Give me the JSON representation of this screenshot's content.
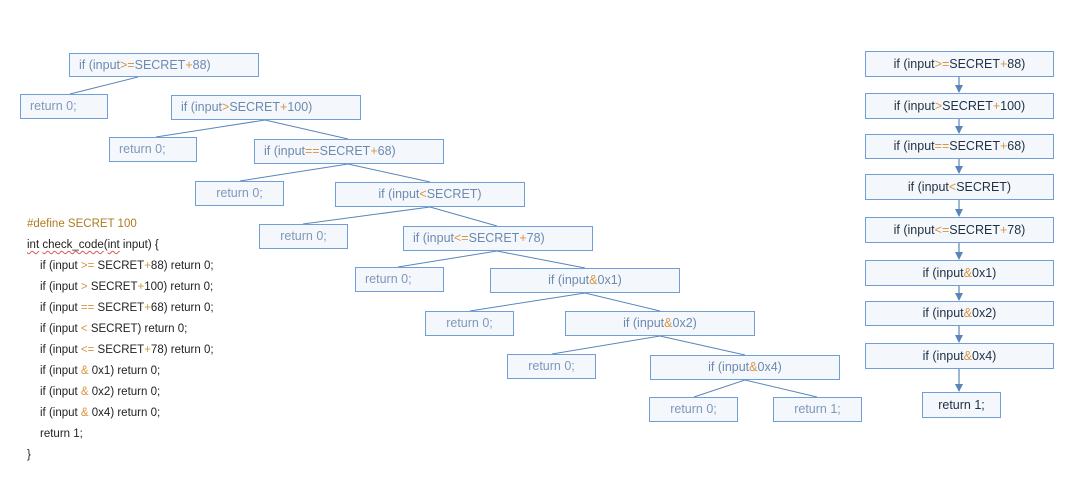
{
  "tree": {
    "nodes": [
      {
        "pre": "if (input ",
        "op": ">=",
        "mid": " SECRET",
        "op2": "+",
        "post": "88)"
      },
      {
        "pre": "return 0;"
      },
      {
        "pre": "if (input ",
        "op": ">",
        "mid": " SECRET",
        "op2": "+",
        "post": "100)"
      },
      {
        "pre": "return 0;"
      },
      {
        "pre": "if (input ",
        "op": "==",
        "mid": " SECRET",
        "op2": "+",
        "post": "68)"
      },
      {
        "pre": "return 0;"
      },
      {
        "pre": "if (input ",
        "op": "<",
        "mid": " SECRET)"
      },
      {
        "pre": "return 0;"
      },
      {
        "pre": "if (input ",
        "op": "<=",
        "mid": " SECRET",
        "op2": "+",
        "post": "78)"
      },
      {
        "pre": "return 0;"
      },
      {
        "pre": "if (input ",
        "op": "&",
        "mid": " 0x1)"
      },
      {
        "pre": "return 0;"
      },
      {
        "pre": "if (input ",
        "op": "&",
        "mid": " 0x2)"
      },
      {
        "pre": "return 0;"
      },
      {
        "pre": "if (input ",
        "op": "&",
        "mid": " 0x4)"
      },
      {
        "pre": "return 0;"
      },
      {
        "pre": "return 1;"
      }
    ]
  },
  "chain": {
    "nodes": [
      {
        "pre": "if (input ",
        "op": ">=",
        "mid": " SECRET",
        "op2": "+",
        "post": "88)"
      },
      {
        "pre": "if (input ",
        "op": ">",
        "mid": " SECRET",
        "op2": "+",
        "post": "100)"
      },
      {
        "pre": "if (input ",
        "op": "==",
        "mid": " SECRET",
        "op2": "+",
        "post": "68)"
      },
      {
        "pre": "if (input ",
        "op": "<",
        "mid": " SECRET)"
      },
      {
        "pre": "if (input ",
        "op": "<=",
        "mid": " SECRET",
        "op2": "+",
        "post": "78)"
      },
      {
        "pre": "if (input ",
        "op": "&",
        "mid": " 0x1)"
      },
      {
        "pre": "if (input ",
        "op": "&",
        "mid": " 0x2)"
      },
      {
        "pre": "if (input ",
        "op": "&",
        "mid": " 0x4)"
      },
      {
        "pre": "return 1;"
      }
    ]
  },
  "code": {
    "define": "#define SECRET 100",
    "signature": {
      "t1": "int",
      "s1": " ",
      "name": "check_code",
      "s2": "(",
      "t2": "int",
      "s3": " input) {"
    },
    "lines": [
      {
        "pre": "if (input ",
        "op": ">=",
        "mid": " SECRET",
        "op2": "+",
        "post": "88) return 0;"
      },
      {
        "pre": "if (input ",
        "op": ">",
        "mid": " SECRET",
        "op2": "+",
        "post": "100) return 0;"
      },
      {
        "pre": "if (input ",
        "op": "==",
        "mid": " SECRET",
        "op2": "+",
        "post": "68) return 0;"
      },
      {
        "pre": "if (input ",
        "op": "<",
        "mid": " SECRET) return 0;"
      },
      {
        "pre": "if (input ",
        "op": "<=",
        "mid": " SECRET",
        "op2": "+",
        "post": "78) return 0;"
      },
      {
        "pre": "if (input ",
        "op": "&",
        "mid": " 0x1) return 0;"
      },
      {
        "pre": "if (input ",
        "op": "&",
        "mid": " 0x2) return 0;"
      },
      {
        "pre": "if (input ",
        "op": "&",
        "mid": " 0x4) return 0;"
      },
      {
        "pre": "return 1;"
      }
    ],
    "closing": "}"
  },
  "colors": {
    "box_border": "#6f9fd6",
    "box_fill": "#f4f8fd",
    "operator": "#d99544",
    "tree_text": "#6d89ad",
    "chain_text": "#1f3042",
    "edge": "#5b85b8"
  }
}
